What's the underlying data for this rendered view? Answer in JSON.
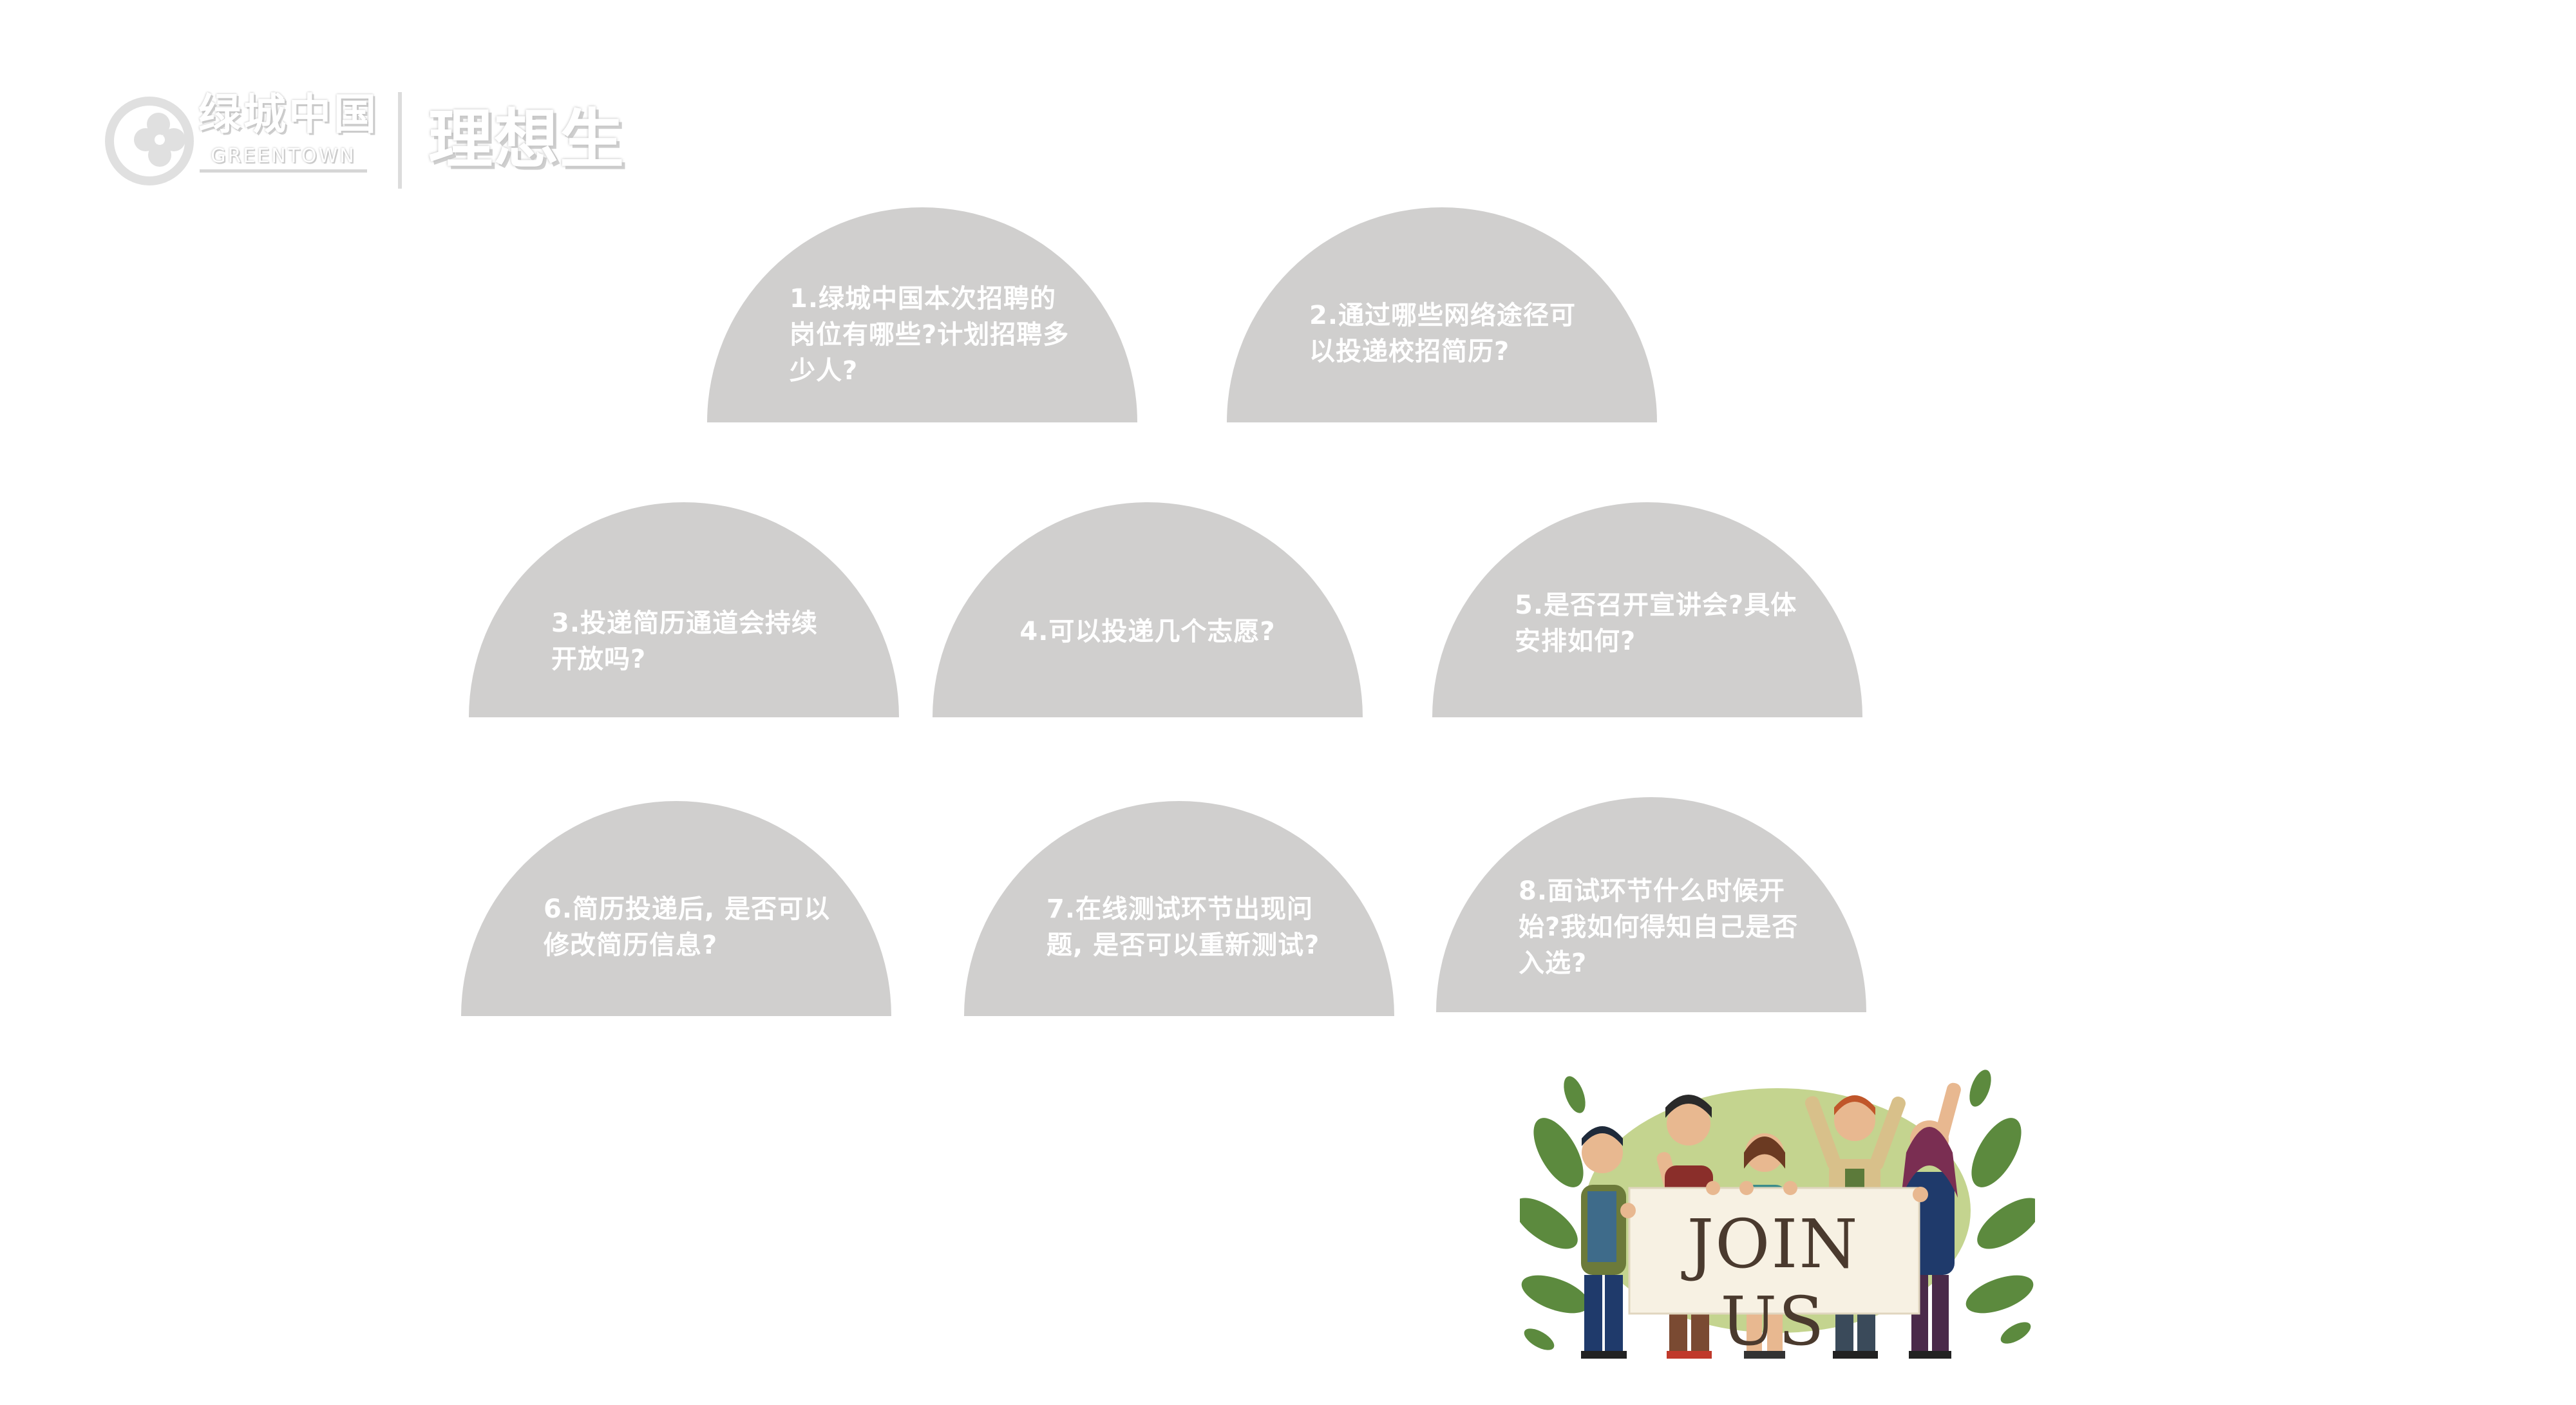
{
  "logo": {
    "brand_cn": "绿城中国",
    "brand_en": "GREENTOWN",
    "sub_brand": "理想生"
  },
  "faqs": [
    {
      "text": "1.绿城中国本次招聘的岗位有哪些?计划招聘多少人?"
    },
    {
      "text": "2.通过哪些网络途径可以投递校招简历?"
    },
    {
      "text": "3.投递简历通道会持续开放吗?"
    },
    {
      "text": "4.可以投递几个志愿?"
    },
    {
      "text": "5.是否召开宣讲会?具体安排如何?"
    },
    {
      "text": "6.简历投递后, 是否可以修改简历信息?"
    },
    {
      "text": "7.在线测试环节出现问题, 是否可以重新测试?"
    },
    {
      "text": "8.面试环节什么时候开始?我如何得知自己是否入选?"
    }
  ],
  "illustration": {
    "sign_text": "JOIN US",
    "icon": "people-holding-sign-illustration"
  },
  "colors": {
    "semicircle": "#d0cfce",
    "question_text": "#ffffff",
    "sign_text": "#4a3a2e",
    "leaf_green": "#5c8a3e",
    "blob_green": "#c4d48f"
  }
}
